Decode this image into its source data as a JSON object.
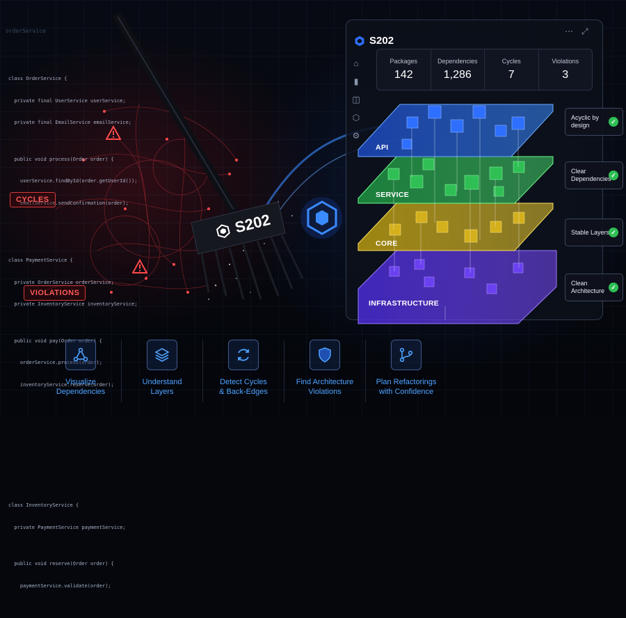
{
  "code_ghost": "orderService",
  "code_blocks": [
    [
      "class OrderService {",
      "  private final UserService userService;",
      "  private final EmailService emailService;",
      "",
      "  public void process(Order order) {",
      "    userService.findById(order.getUserId());",
      "    emailService.sendConfirmation(order);"
    ],
    [
      "class PaymentService {",
      "  private OrderService orderService;",
      "  private InventoryService inventoryService;",
      "",
      "  public void pay(Order order) {",
      "    orderService.process(order);",
      "    inventoryService.reserve(order);"
    ],
    [
      "class InventoryService {",
      "  private PaymentService paymentService;",
      "",
      "  public void reserve(Order order) {",
      "    paymentService.validate(order);"
    ]
  ],
  "labels": {
    "cycles": "CYCLES",
    "violations": "VIOLATIONS"
  },
  "broom_badge": "S202",
  "dashboard": {
    "brand": "S202",
    "stats": [
      {
        "label": "Packages",
        "value": "142"
      },
      {
        "label": "Dependencies",
        "value": "1,286"
      },
      {
        "label": "Cycles",
        "value": "7"
      },
      {
        "label": "Violations",
        "value": "3"
      }
    ],
    "sidebar_icons": [
      "home-icon",
      "chart-icon",
      "layers-icon",
      "shield-icon",
      "settings-icon"
    ],
    "window_icons": [
      "more-icon",
      "expand-icon"
    ]
  },
  "layers": [
    {
      "name": "API",
      "color": "#3a7bff"
    },
    {
      "name": "SERVICE",
      "color": "#2fbf55"
    },
    {
      "name": "CORE",
      "color": "#e0c02a"
    },
    {
      "name": "INFRASTRUCTURE",
      "color": "#7a4bff"
    }
  ],
  "callouts": [
    {
      "text": "Acyclic by design"
    },
    {
      "text": "Clear Dependencies"
    },
    {
      "text": "Stable Layers"
    },
    {
      "text": "Clean Architecture"
    }
  ],
  "features": [
    {
      "icon": "graph-icon",
      "label": "Visualize\nDependencies"
    },
    {
      "icon": "stack-icon",
      "label": "Understand\nLayers"
    },
    {
      "icon": "cycle-icon",
      "label": "Detect Cycles\n& Back-Edges"
    },
    {
      "icon": "shield-icon",
      "label": "Find Architecture\nViolations"
    },
    {
      "icon": "branch-icon",
      "label": "Plan Refactorings\nwith Confidence"
    }
  ]
}
